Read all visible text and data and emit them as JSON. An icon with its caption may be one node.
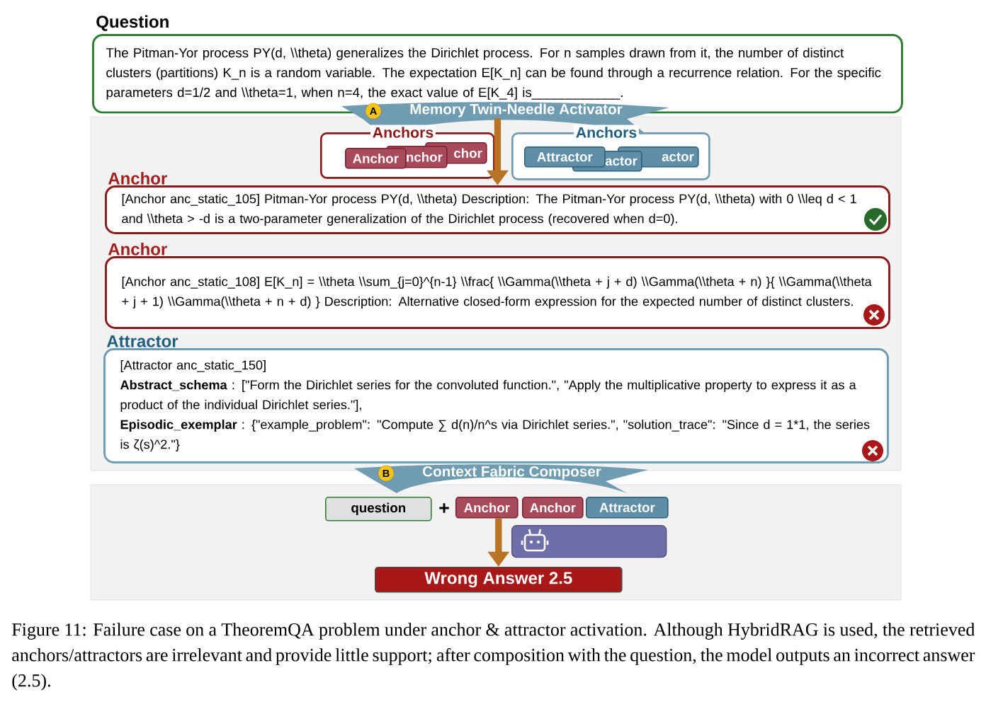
{
  "diagram": {
    "nodes": [
      {
        "text": [
          "Question",
          "The Pitman-Yor process PY(d, \\\\theta) generalizes the Dirichlet process. For n samples drawn from it, the number of distinct clusters (partitions) K_n is a random variable. The expectation E[K_n] can be found through a recurrence relation. For the specific parameters d=1/2 and \\\\theta=1, when n=4, the exact value of E[K_4] is____________."
        ]
      },
      {
        "text": [
          "A",
          "Memory Twin-Needle Activator"
        ]
      },
      {
        "text": [
          "Anchors"
        ]
      },
      {
        "text": [
          "chor"
        ],
        "in": 2
      },
      {
        "text": [
          "nchor"
        ],
        "in": 2
      },
      {
        "text": [
          "Anchor"
        ],
        "in": 2
      },
      {
        "text": [
          "Anchors"
        ]
      },
      {
        "text": [
          "actor"
        ],
        "in": 6
      },
      {
        "text": [
          "actor"
        ],
        "in": 6
      },
      {
        "text": [
          "Attractor"
        ],
        "in": 6
      },
      {
        "text": [
          "Anchor",
          "[Anchor anc_static_105] Pitman-Yor process PY(d, \\\\theta) Description: The Pitman-Yor process PY(d, \\\\theta) with 0 \\\\leq d < 1 and \\\\theta > -d is a two-parameter generalization of the Dirichlet process (recovered when d=0)."
        ]
      },
      {
        "text": [
          "Anchor",
          "[Anchor anc_static_108] E[K_n] = \\\\theta \\\\sum_{j=0}^{n-1} \\\\frac{ \\\\Gamma(\\\\theta + j + d) \\\\Gamma(\\\\theta + n) }{ \\\\Gamma(\\\\theta + j + 1) \\\\Gamma(\\\\theta + n + d) } Description: Alternative closed-form expression for the expected number of distinct clusters."
        ]
      },
      {
        "text": [
          "Attractor",
          "[Attractor anc_static_150]",
          "**Abstract_schema** : [\"Form the Dirichlet series for the convoluted function.\", \"Apply the multiplicative property to express it as a product of the individual Dirichlet series.\"],",
          "**Episodic_exemplar** : {\"example_problem\": \"Compute ∑ d(n)/n^s via Dirichlet series.\", \"solution_trace\": \"Since d = 1*1, the series is ζ(s)^2.\"}"
        ]
      },
      {
        "text": [
          "B",
          "Context Fabric Composer"
        ]
      },
      {
        "text": [
          "question"
        ]
      },
      {
        "text": [
          "Anchor"
        ]
      },
      {
        "text": [
          "Anchor"
        ]
      },
      {
        "text": [
          "Attractor"
        ]
      },
      {
        "text": [],
        "shape": "box"
      },
      {
        "text": [
          "Wrong Answer  2.5"
        ]
      }
    ],
    "edges": [
      {
        "from": 1,
        "to": 10,
        "arrow": "to"
      },
      {
        "from": 15,
        "to": 19,
        "arrow": "to"
      }
    ],
    "labels": [
      "+"
    ],
    "caption": "Figure 11: Failure case on a TheoremQA problem under anchor & attractor activation. Although HybridRAG is used, the retrieved anchors/attractors are irrelevant and provide little support; after composition with the question, the model outputs an incorrect answer (2.5)."
  }
}
